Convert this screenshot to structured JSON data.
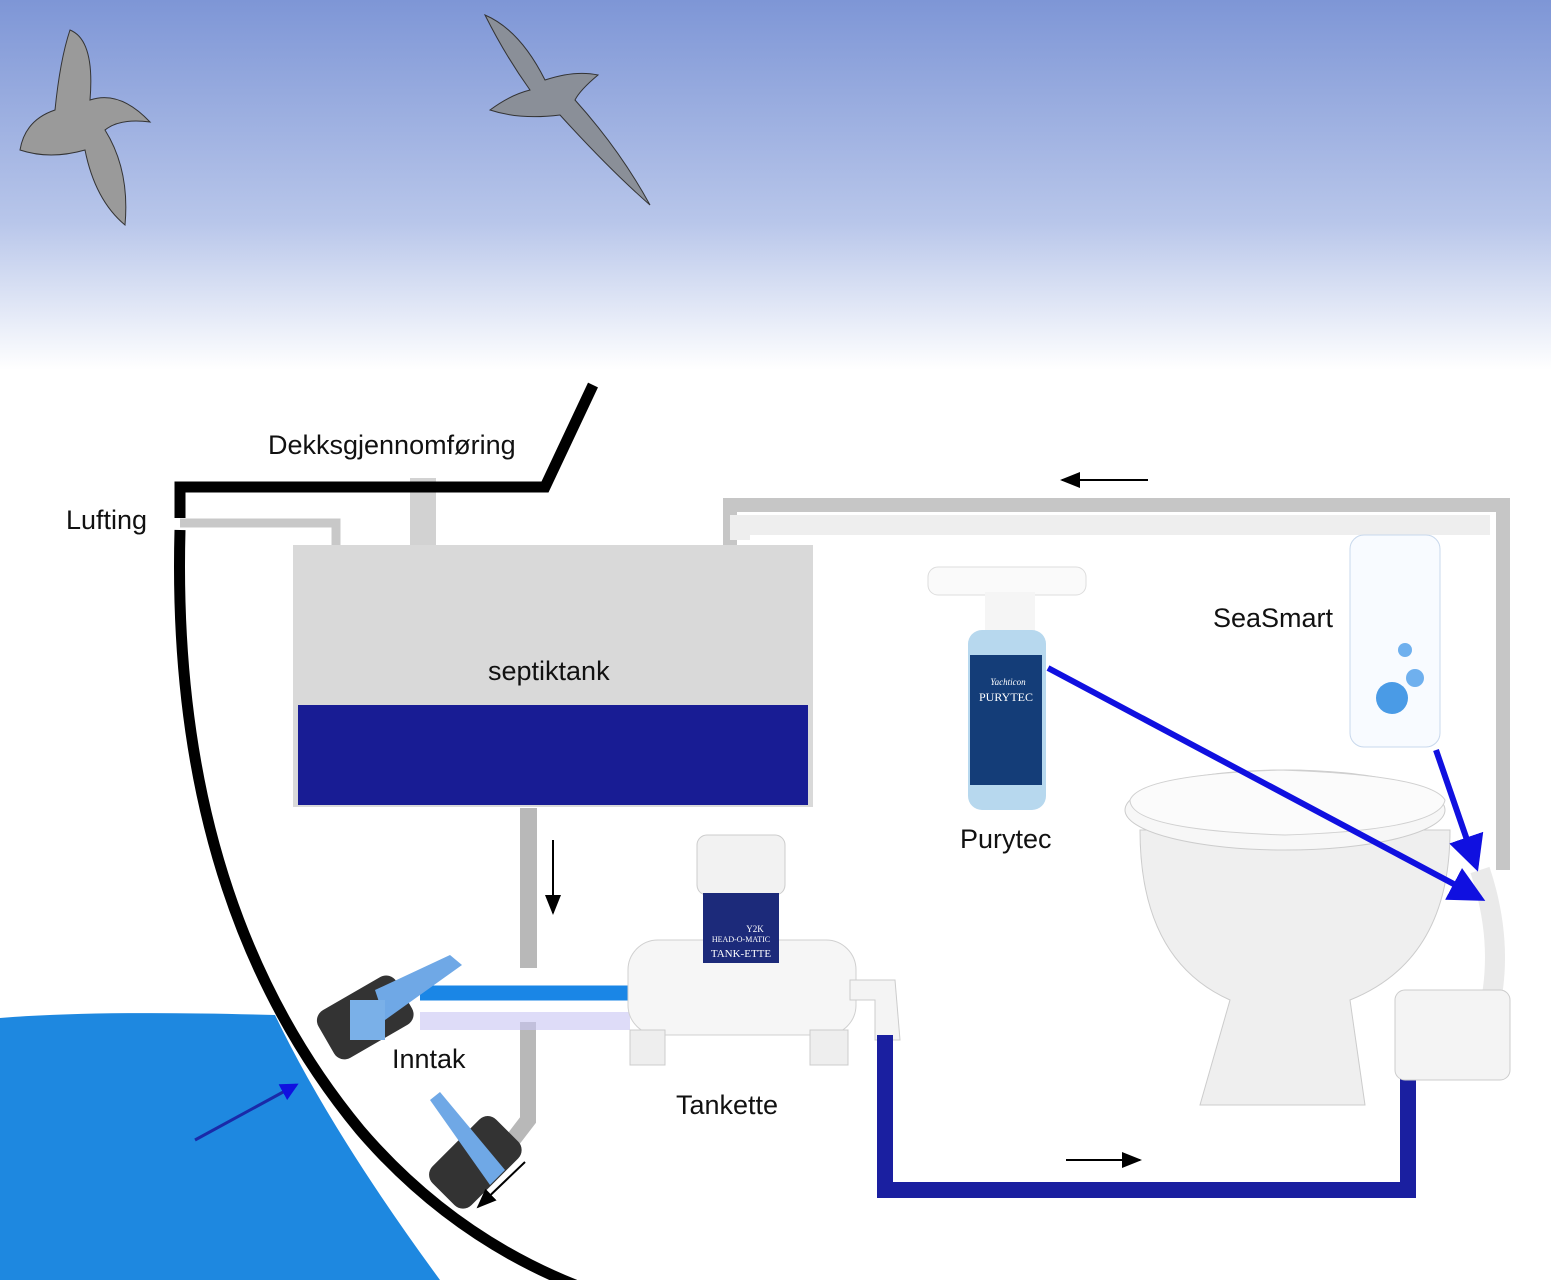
{
  "labels": {
    "deck_fitting": "Dekksgjennomføring",
    "vent": "Lufting",
    "septic_tank": "septiktank",
    "purytec": "Purytec",
    "seasmart": "SeaSmart",
    "tankette": "Tankette",
    "intake": "Inntak"
  },
  "product_logos": {
    "purytec_bottle": [
      "Yachticon",
      "PURYTEC"
    ],
    "tankette_label": [
      "Y2K",
      "HEAD-O-MATIC",
      "TANK-ETTE"
    ]
  },
  "colors": {
    "sky_top": "#7e96d6",
    "sea": "#1e88e0",
    "tank_fill": "#181c94",
    "tank_body": "#d9d9d9",
    "pipe_blue": "#1a1fa0",
    "intake_pipe": "#1a86e6",
    "arrow_blue": "#1010e0",
    "hull": "#000000"
  }
}
